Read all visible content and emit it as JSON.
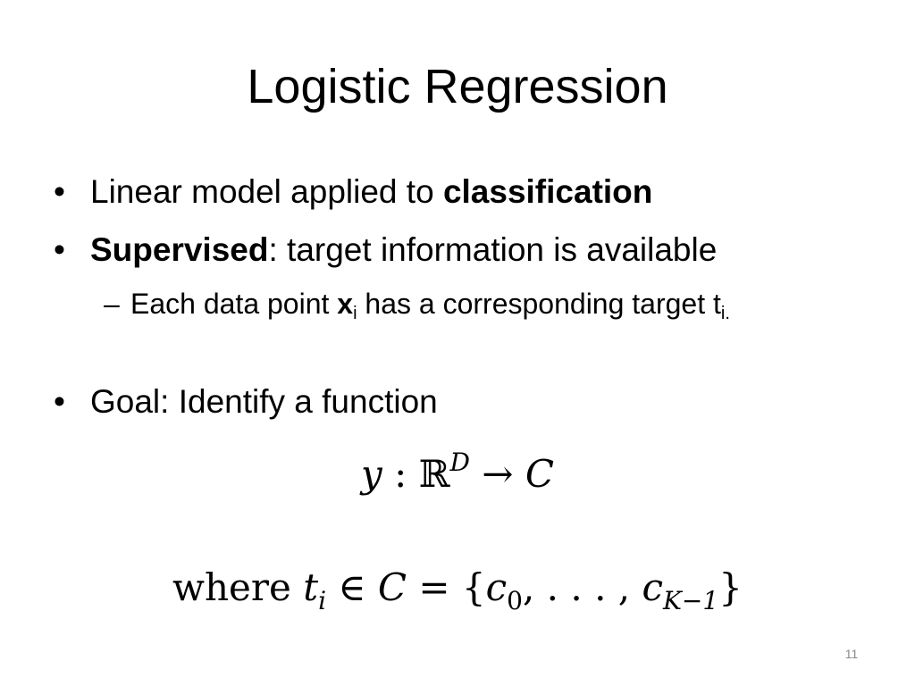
{
  "slide": {
    "title": "Logistic Regression",
    "bullet_symbol": "•",
    "sub_bullet_symbol": "–",
    "bullets": [
      {
        "prefix": "Linear model applied to ",
        "bold": "classification",
        "suffix": ""
      },
      {
        "prefix": "",
        "bold": "Supervised",
        "suffix": ": target information is available"
      },
      {
        "prefix": "Goal: Identify a function",
        "bold": "",
        "suffix": ""
      }
    ],
    "sub_bullet": {
      "prefix": "Each data point ",
      "bold_var": "x",
      "bold_sub": "i",
      "middle": " has a corresponding target t",
      "end_sub": "i."
    },
    "equation_1": {
      "lhs": "y",
      "colon": " : ",
      "set": "ℝ",
      "set_sup": "D",
      "arrow": " → ",
      "rhs": "C"
    },
    "equation_2": {
      "word": "where ",
      "var": "t",
      "var_sub": "i",
      "in": " ∈ ",
      "set": "C",
      "equals": " = {",
      "c0": "c",
      "c0_sub": "0",
      "dots": ", . . . , ",
      "ck": "c",
      "ck_sub": "K−1",
      "close": "}"
    },
    "page_number": "11"
  }
}
